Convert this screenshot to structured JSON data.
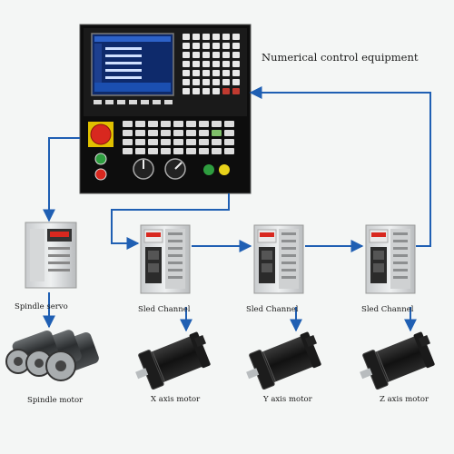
{
  "title": "Numerical control equipment",
  "drives": {
    "spindle_servo": "Spindle servo",
    "sled_1": "Sled Channel",
    "sled_2": "Sled Channel",
    "sled_3": "Sled Channel"
  },
  "motors": {
    "spindle": "Spindle motor",
    "x": "X axis motor",
    "y": "Y axis motor",
    "z": "Z axis motor"
  },
  "colors": {
    "line": "#1f5fb3",
    "panel": "#141414",
    "screen": "#1b4fb0",
    "estop": "#d8281f",
    "button_green": "#2e9d3f",
    "button_yellow": "#e8d21a"
  }
}
